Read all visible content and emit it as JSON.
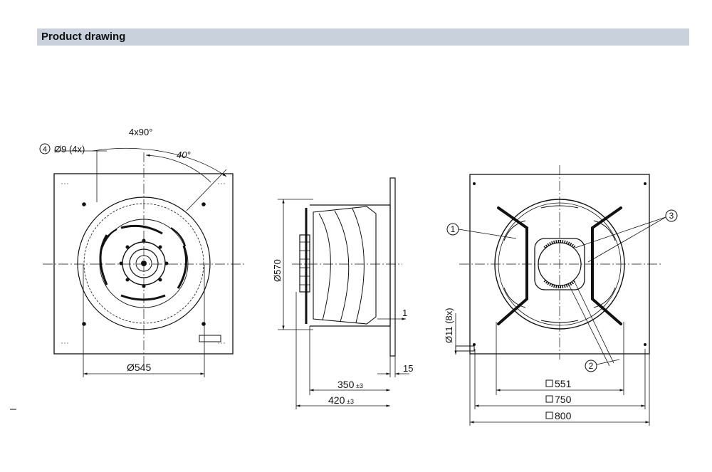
{
  "header": {
    "title": "Product drawing"
  },
  "page_marker": "–",
  "front_view": {
    "angle_count_label": "4x90°",
    "angle_label": "40°",
    "callout_number": "4",
    "hole_label": "Ø9 (4x)",
    "diameter_label": "Ø545"
  },
  "side_view": {
    "diameter_label": "Ø570",
    "gap_label": "1",
    "flange_label": "15",
    "depth_label": "350",
    "depth_tol": "±3",
    "total_label": "420",
    "total_tol": "±3"
  },
  "rear_view": {
    "callout_1": "1",
    "callout_2": "2",
    "callout_3": "3",
    "hole_label": "Ø11 (8x)",
    "dim_551": "551",
    "dim_750": "750",
    "dim_800": "800"
  }
}
